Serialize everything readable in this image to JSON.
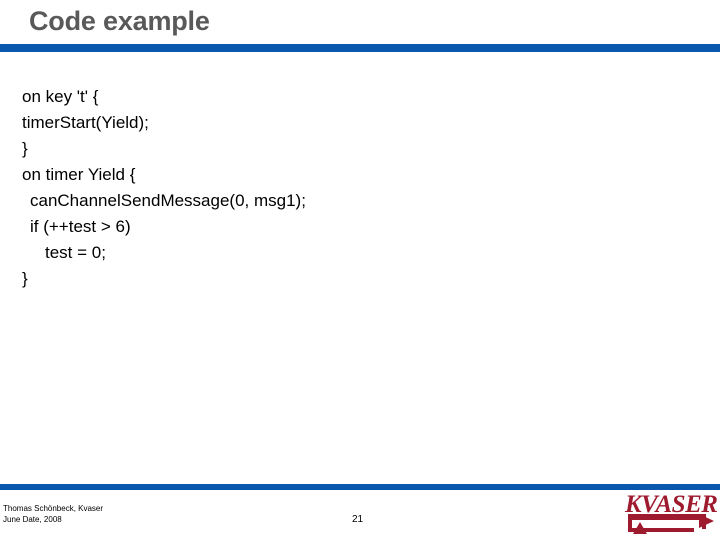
{
  "slide": {
    "title": "Code example",
    "accent_color": "#0A58AD",
    "title_color": "#595959",
    "background_color": "#FFFFFF"
  },
  "code": {
    "lines": [
      {
        "text": "on key 't' {",
        "indent": 0
      },
      {
        "text": "timerStart(Yield);",
        "indent": 0
      },
      {
        "text": "}",
        "indent": 0
      },
      {
        "text": "on timer Yield {",
        "indent": 0
      },
      {
        "text": "canChannelSendMessage(0, msg1);",
        "indent": 1
      },
      {
        "text": "if (++test > 6)",
        "indent": 1
      },
      {
        "text": "test = 0;",
        "indent": 2
      },
      {
        "text": "}",
        "indent": 0
      }
    ]
  },
  "footer": {
    "author_line": "Thomas Schönbeck, Kvaser",
    "date_line": "June Date, 2008",
    "page_number": "21"
  },
  "logo": {
    "wordmark": "KVASER",
    "color": "#9E1B2F",
    "mark_icon": "arrow-loop-icon"
  }
}
